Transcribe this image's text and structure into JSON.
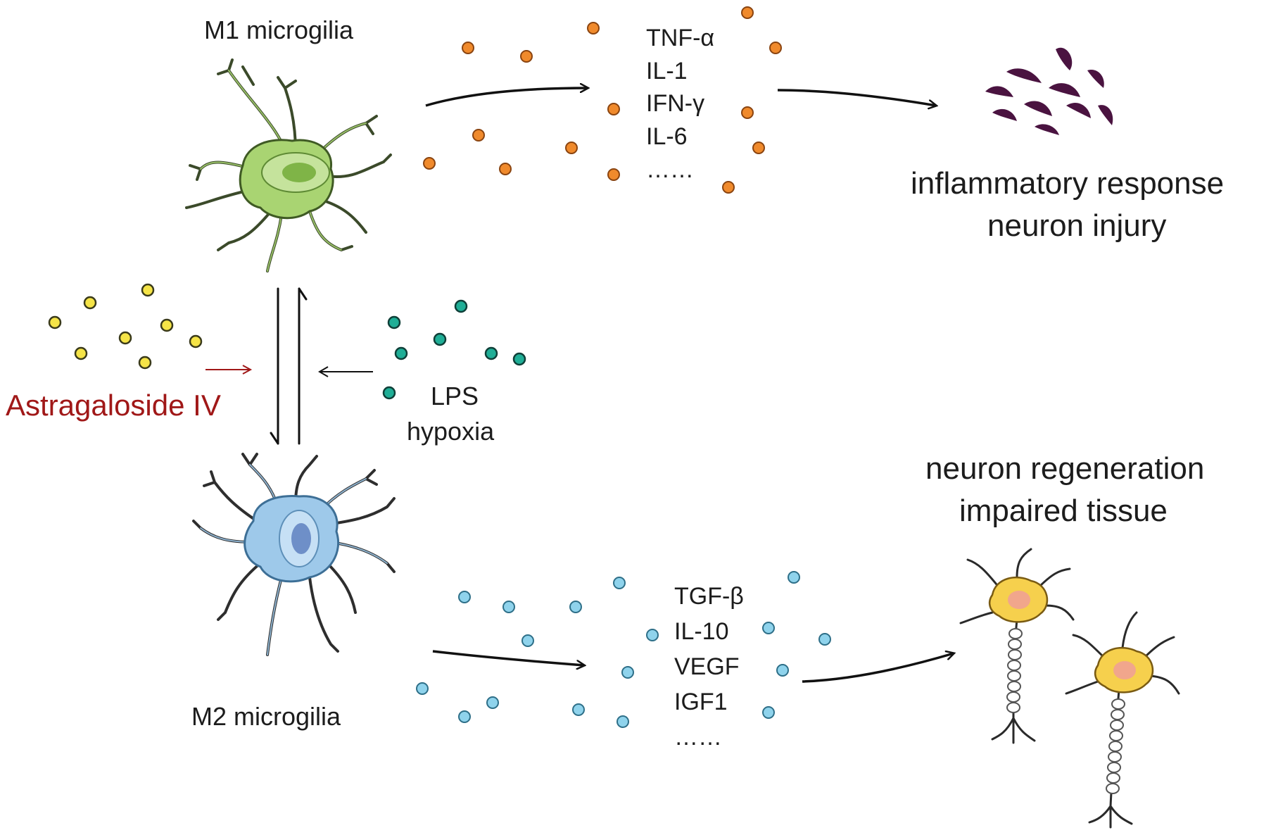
{
  "m1": {
    "label": "M1 microgilia",
    "cytokines": [
      "TNF-α",
      "IL-1",
      "IFN-γ",
      "IL-6",
      "……"
    ],
    "outcome": [
      "inflammatory response",
      "neuron injury"
    ],
    "cell_color": "#a9d472",
    "particle_color": "#f08a2c",
    "damage_color": "#4a1340"
  },
  "m2": {
    "label": "M2 microgilia",
    "cytokines": [
      "TGF-β",
      "IL-10",
      "VEGF",
      "IGF1",
      "……"
    ],
    "outcome": [
      "neuron regeneration",
      "impaired tissue"
    ],
    "cell_color": "#9ec9ea",
    "particle_color": "#8fd3ec",
    "neuron_body_color": "#f6d04d"
  },
  "stimulus": {
    "lines": [
      "LPS",
      "hypoxia"
    ],
    "particle_color": "#1fae96"
  },
  "drug": {
    "label": "Astragaloside IV",
    "color": "#a01818",
    "particle_color": "#f5e447"
  }
}
